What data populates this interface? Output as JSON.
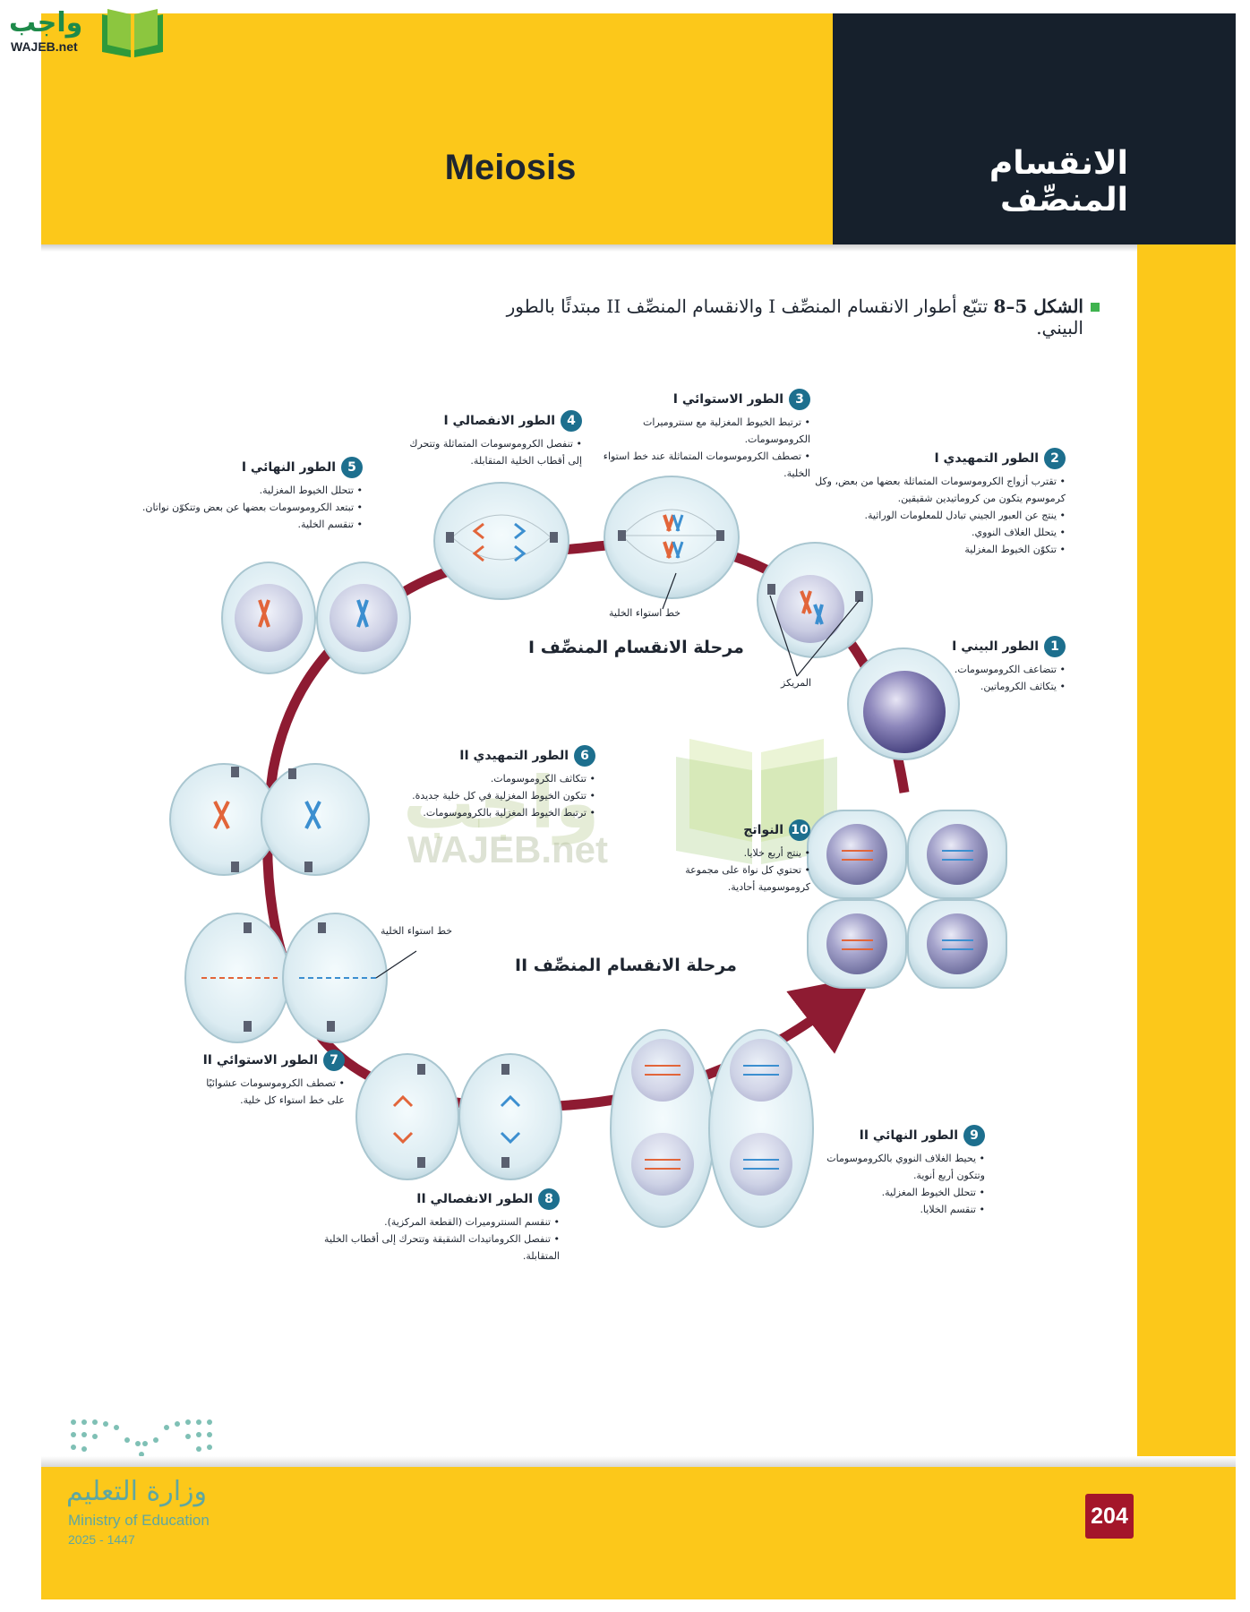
{
  "header": {
    "title_en": "Meiosis",
    "title_ar": "الانقسام المنصِّف"
  },
  "logo": {
    "text_ar": "واجب",
    "text_en": "WAJEB.net"
  },
  "caption": {
    "label": "الشكل 5–8",
    "text": "تتبّع أطوار الانقسام المنصِّف I والانقسام المنصِّف II مبتدئًا بالطور البيني."
  },
  "phases": {
    "meiosis1": "مرحلة الانقسام المنصِّف I",
    "meiosis2": "مرحلة الانقسام المنصِّف II"
  },
  "labels": {
    "equator1": "خط استواء الخلية",
    "equator2": "خط استواء الخلية",
    "centriole": "المريكز"
  },
  "stages": [
    {
      "num": "1",
      "title": "الطور البيني I",
      "points": [
        "تتضاعف الكروموسومات.",
        "يتكاثف الكروماتين."
      ]
    },
    {
      "num": "2",
      "title": "الطور التمهيدي I",
      "points": [
        "تقترب أزواج الكروموسومات المتماثلة بعضها من بعض، وكل كرموسوم يتكون من كروماتيدين شقيقين.",
        "ينتج عن العبور الجيني تبادل للمعلومات الوراثية.",
        "يتحلل الغلاف النووي.",
        "تتكوّن الخيوط المغزلية"
      ]
    },
    {
      "num": "3",
      "title": "الطور الاستوائي I",
      "points": [
        "ترتبط الخيوط المغزلية مع سنتروميرات الكروموسومات.",
        "تصطف الكروموسومات المتماثلة عند خط استواء الخلية."
      ]
    },
    {
      "num": "4",
      "title": "الطور الانفصالي I",
      "points": [
        "تنفصل الكروموسومات المتماثلة وتتحرك إلى أقطاب الخلية المتقابلة."
      ]
    },
    {
      "num": "5",
      "title": "الطور النهائي I",
      "points": [
        "تتحلل الخيوط المغزلية.",
        "تبتعد الكروموسومات بعضها عن بعض وتتكوّن نواتان.",
        "تنقسم الخلية."
      ]
    },
    {
      "num": "6",
      "title": "الطور التمهيدي II",
      "points": [
        "تتكاثف الكروموسومات.",
        "تتكون الخيوط المغزلية في كل خلية جديدة.",
        "ترتبط الخيوط المغزلية بالكروموسومات."
      ]
    },
    {
      "num": "7",
      "title": "الطور الاستوائي II",
      "points": [
        "تصطف الكروموسومات عشوائيًا على خط استواء كل خلية."
      ]
    },
    {
      "num": "8",
      "title": "الطور الانفصالي II",
      "points": [
        "تنقسم السنتروميرات (القطعة المركزية).",
        "تنفصل الكروماتيدات الشقيقة وتتحرك إلى أقطاب الخلية المتقابلة."
      ]
    },
    {
      "num": "9",
      "title": "الطور النهائي II",
      "points": [
        "يحيط الغلاف النووي بالكروموسومات وتتكون أربع أنوية.",
        "تتحلل الخيوط المغزلية.",
        "تنقسم الخلايا."
      ]
    },
    {
      "num": "10",
      "title": "النواتج",
      "points": [
        "ينتج أربع خلايا.",
        "تحتوي كل نواة على مجموعة كروموسومية أحادية."
      ]
    }
  ],
  "footer": {
    "page_number": "204",
    "ministry_ar": "وزارة التعليم",
    "ministry_en": "Ministry of Education",
    "year": "2025 - 1447"
  },
  "watermark": {
    "text_ar": "واجب",
    "text_en": "WAJEB.net"
  },
  "colors": {
    "header_yellow": "#fcc81a",
    "header_dark": "#16202c",
    "cycle_arrow": "#8e1b32",
    "badge": "#1d6f8e",
    "page_number_bg": "#a4162a"
  }
}
